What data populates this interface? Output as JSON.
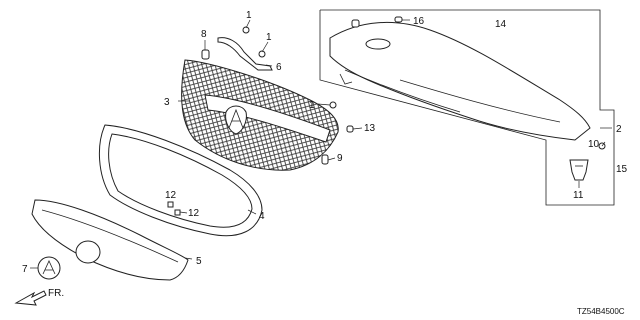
{
  "diagram_code": "TZ54B4500C",
  "direction_label": "FR.",
  "callouts": {
    "c1a": "1",
    "c1b": "1",
    "c1c": "1",
    "c2": "2",
    "c3": "3",
    "c4": "4",
    "c5": "5",
    "c6": "6",
    "c7": "7",
    "c8": "8",
    "c9": "9",
    "c10": "10",
    "c11": "11",
    "c12a": "12",
    "c12b": "12",
    "c13": "13",
    "c14": "14",
    "c15": "15",
    "c16": "16"
  },
  "colors": {
    "line": "#222222",
    "background": "#ffffff"
  },
  "icons": [
    "front-direction-arrow-icon",
    "acura-emblem-icon"
  ]
}
